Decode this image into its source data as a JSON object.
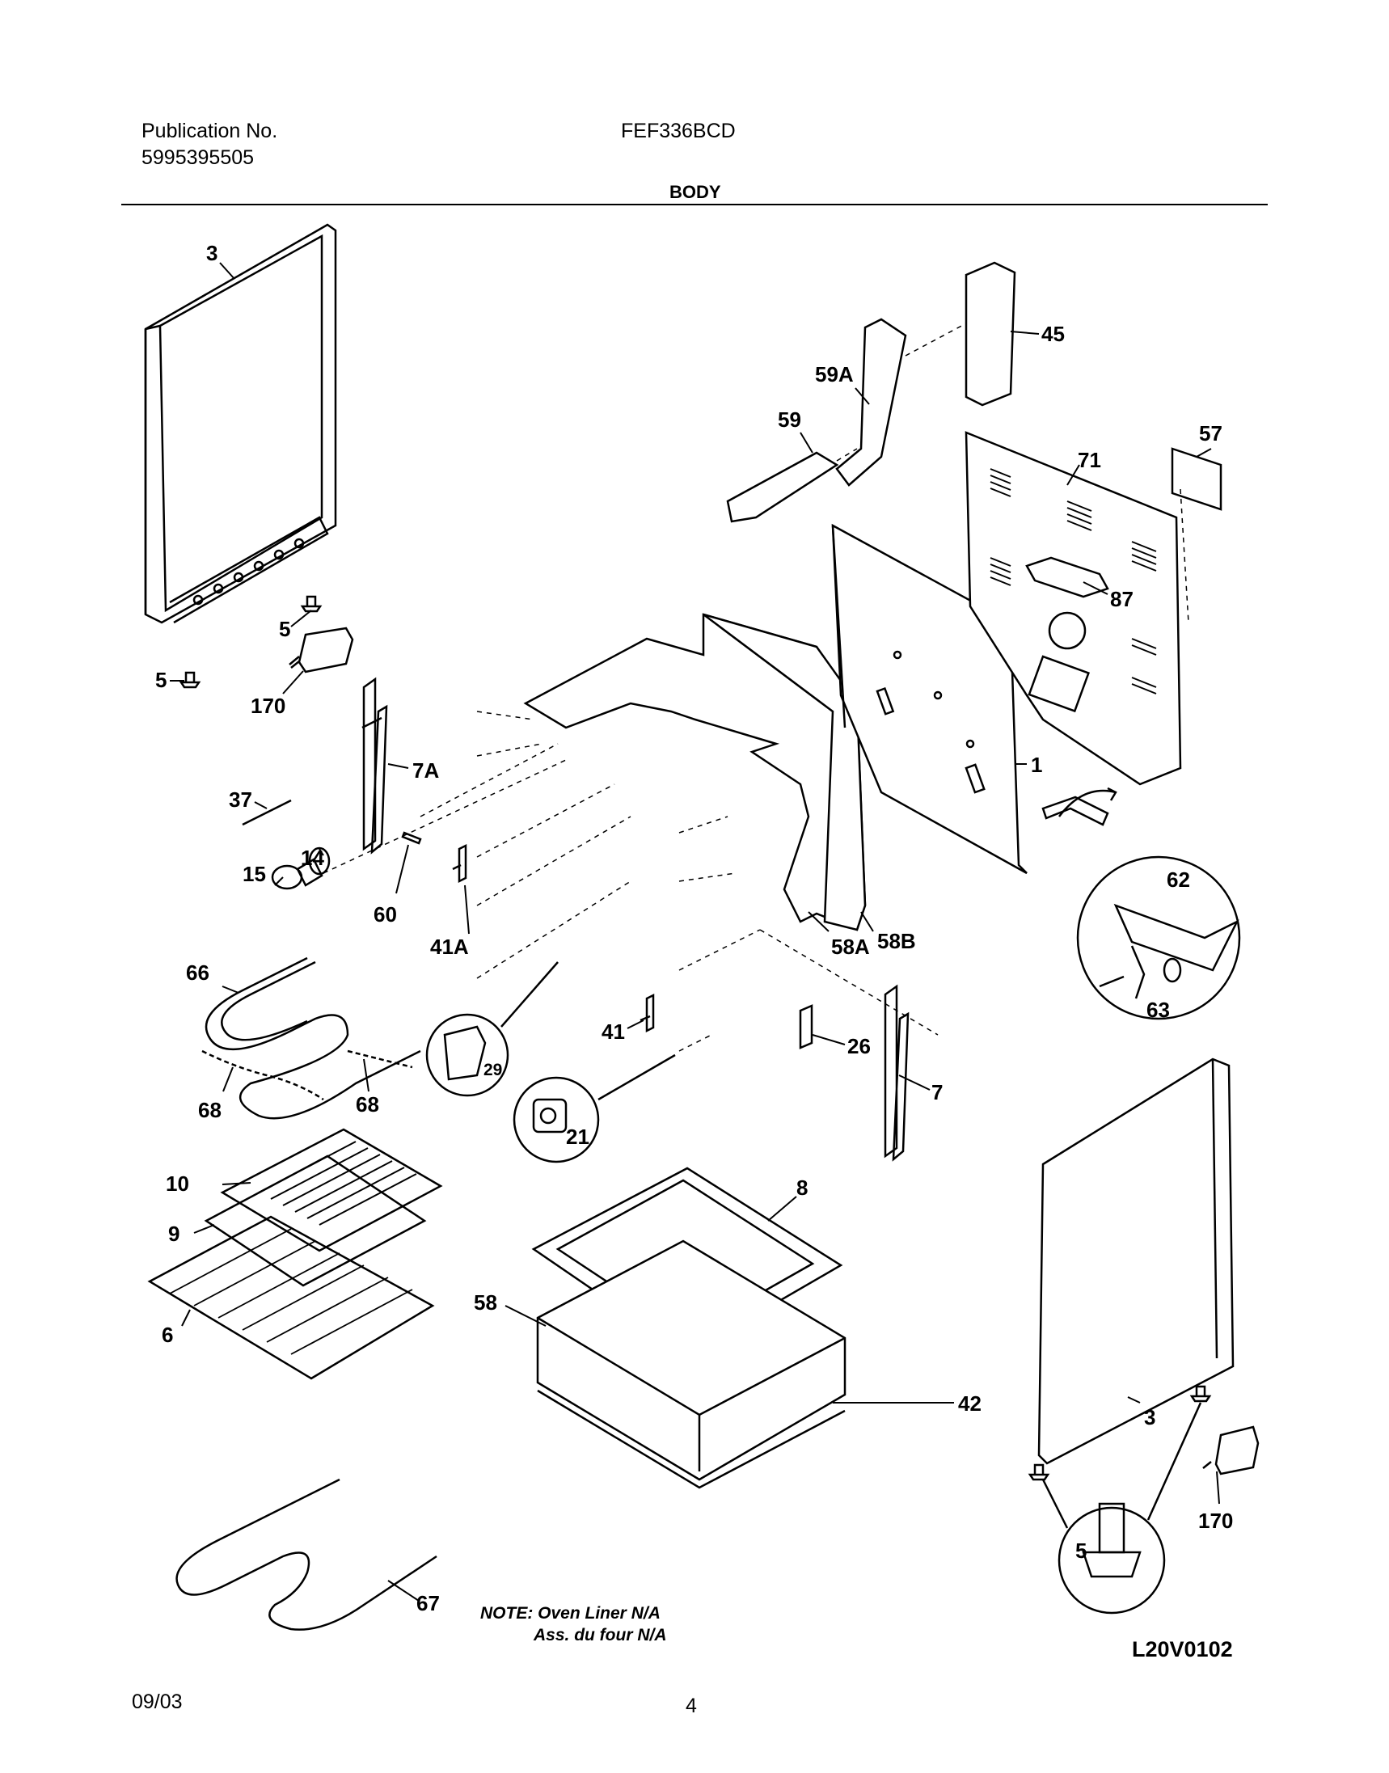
{
  "header": {
    "publication_label": "Publication No.",
    "publication_number": "5995395505",
    "model": "FEF336BCD",
    "section_title": "BODY"
  },
  "callouts": [
    "3",
    "5",
    "5",
    "170",
    "7A",
    "37",
    "15",
    "14",
    "60",
    "41A",
    "66",
    "68",
    "68",
    "29",
    "21",
    "41",
    "26",
    "7",
    "58A",
    "58B",
    "1",
    "59A",
    "59",
    "45",
    "71",
    "57",
    "87",
    "62",
    "63",
    "10",
    "9",
    "6",
    "8",
    "58",
    "42",
    "67",
    "3",
    "170",
    "5"
  ],
  "note": {
    "line1": "NOTE: Oven Liner N/A",
    "line2": "Ass. du four N/A"
  },
  "diagram_code": "L20V0102",
  "footer": {
    "date": "09/03",
    "page": "4"
  }
}
